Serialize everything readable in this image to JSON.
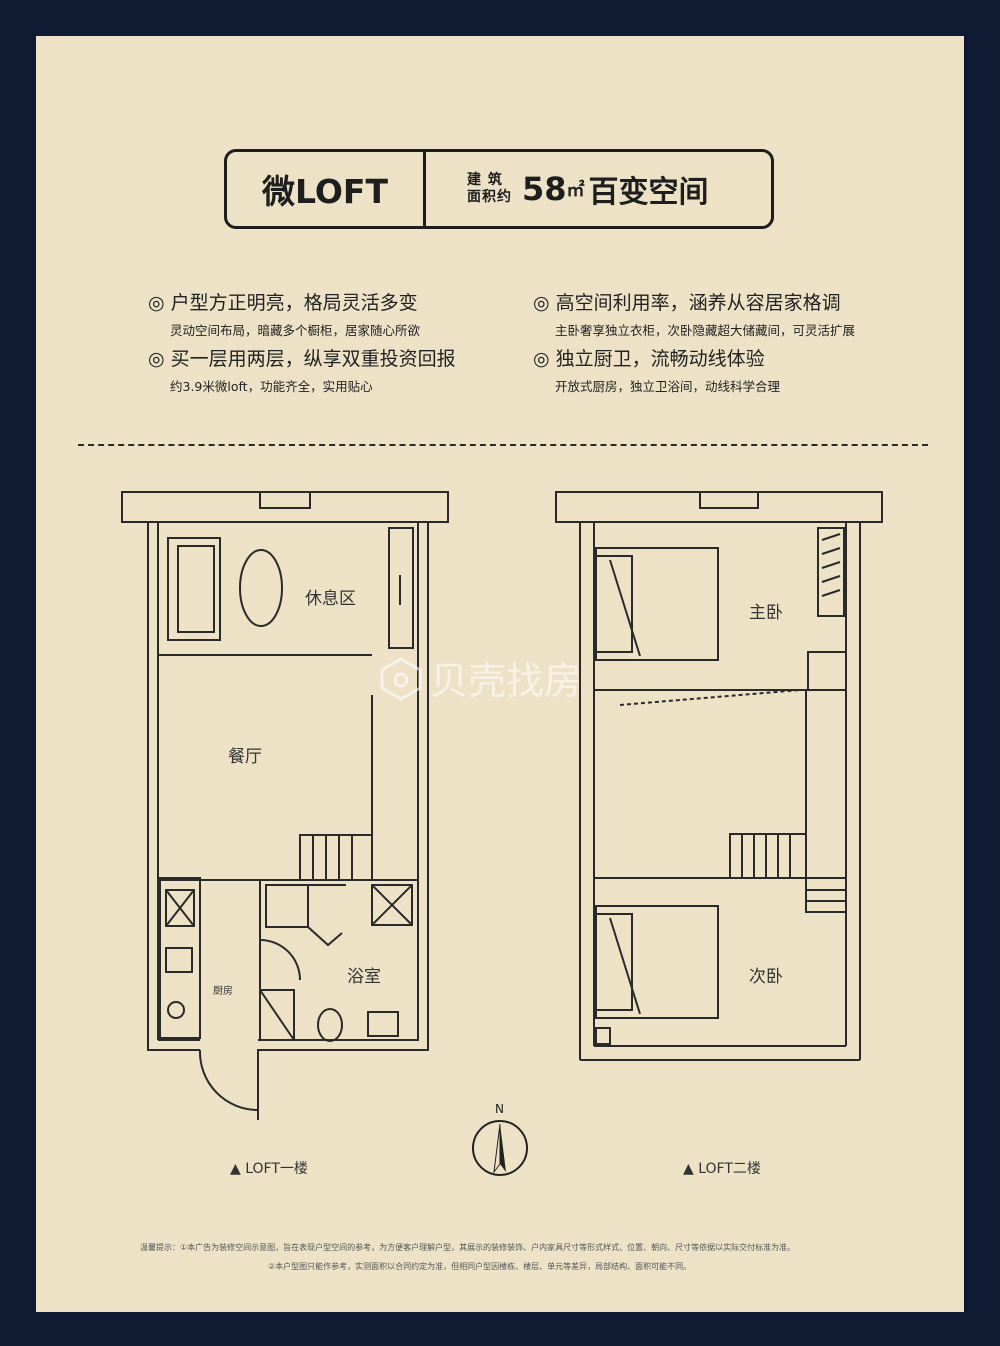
{
  "title": {
    "left": "微LOFT",
    "label_line1": "建 筑",
    "label_line2": "面积约",
    "area_number": "58",
    "area_unit": "㎡",
    "area_desc": "百变空间"
  },
  "features": [
    {
      "head": "◎ 户型方正明亮，格局灵活多变",
      "sub": "灵动空间布局，暗藏多个橱柜，居家随心所欲"
    },
    {
      "head": "◎ 高空间利用率，涵养从容居家格调",
      "sub": "主卧奢享独立衣柜，次卧隐藏超大储藏间，可灵活扩展"
    },
    {
      "head": "◎ 买一层用两层，纵享双重投资回报",
      "sub": "约3.9米微loft，功能齐全，实用贴心"
    },
    {
      "head": "◎ 独立厨卫，流畅动线体验",
      "sub": "开放式厨房，独立卫浴间，动线科学合理"
    }
  ],
  "floor1": {
    "rooms": {
      "rest": "休息区",
      "dining": "餐厅",
      "bath": "浴室",
      "kitchen": "厨房"
    },
    "caption": "▲ LOFT一楼"
  },
  "floor2": {
    "rooms": {
      "master": "主卧",
      "second": "次卧"
    },
    "caption": "▲ LOFT二楼"
  },
  "compass": {
    "north": "N"
  },
  "watermark": "贝壳找房",
  "disclaimer": [
    "温馨提示：①本广告为装修空间示意图，旨在表现户型空间的参考，为方便客户理解户型，其展示的装修装饰、户内家具尺寸等形式样式、位置、朝向、尺寸等依据以实际交付标准为准。",
    "②本户型图只能作参考，实测面积以合同约定为准，但相同户型因楼栋、楼层、单元等差异，局部结构、面积可能不同。"
  ],
  "colors": {
    "background": "#111a33",
    "card": "#ede2c6",
    "ink": "#1e1e1e"
  }
}
